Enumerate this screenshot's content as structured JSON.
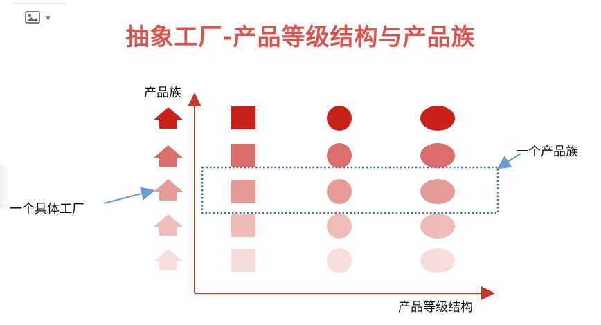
{
  "toolbar": {
    "image_icon": "image-icon",
    "dropdown_icon": "chevron-down-icon"
  },
  "title": "抽象工厂-产品等级结构与产品族",
  "axes": {
    "y_label": "产品族",
    "x_label": "产品等级结构"
  },
  "annotations": {
    "row_label": "一个产品族",
    "factory_label": "一个具体工厂"
  },
  "colors": {
    "accent": "#c9221b",
    "axis": "#c0392b",
    "dotted_box": "#3d6fa8",
    "pointer_arrow": "#6a9bd1"
  },
  "grid": {
    "columns": [
      "house-shape",
      "square",
      "circle",
      "ellipse"
    ],
    "row_opacities": [
      1.0,
      0.65,
      0.45,
      0.3,
      0.15
    ]
  }
}
